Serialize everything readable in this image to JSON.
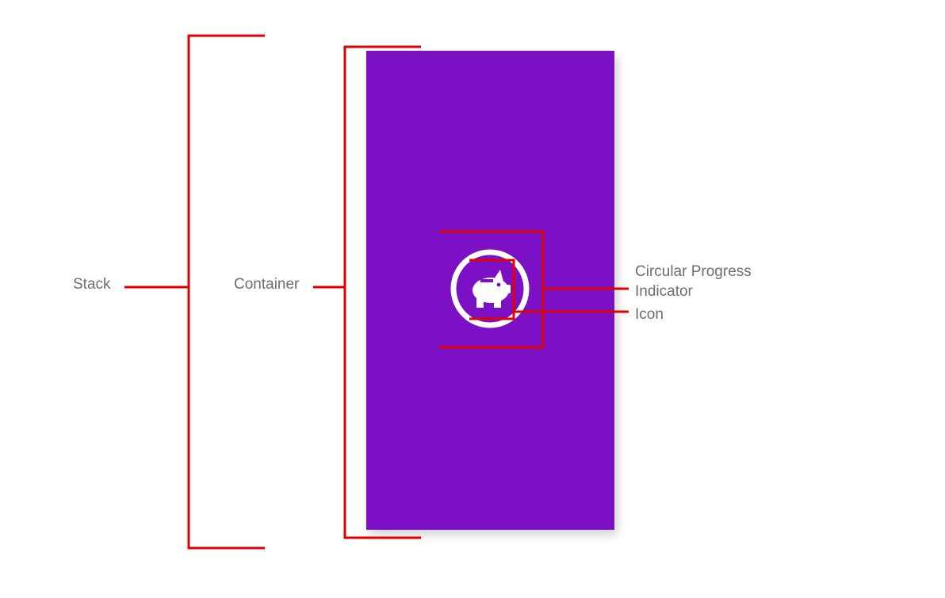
{
  "labels": {
    "stack": "Stack",
    "container": "Container",
    "circular_progress_indicator": "Circular Progress Indicator",
    "icon": "Icon"
  },
  "icons": {
    "center_icon": "piggy-bank-icon"
  },
  "colors": {
    "container_background": "#7b10c5",
    "bracket": "#e00000",
    "label_text": "#6e6e6e",
    "indicator": "#ffffff"
  }
}
